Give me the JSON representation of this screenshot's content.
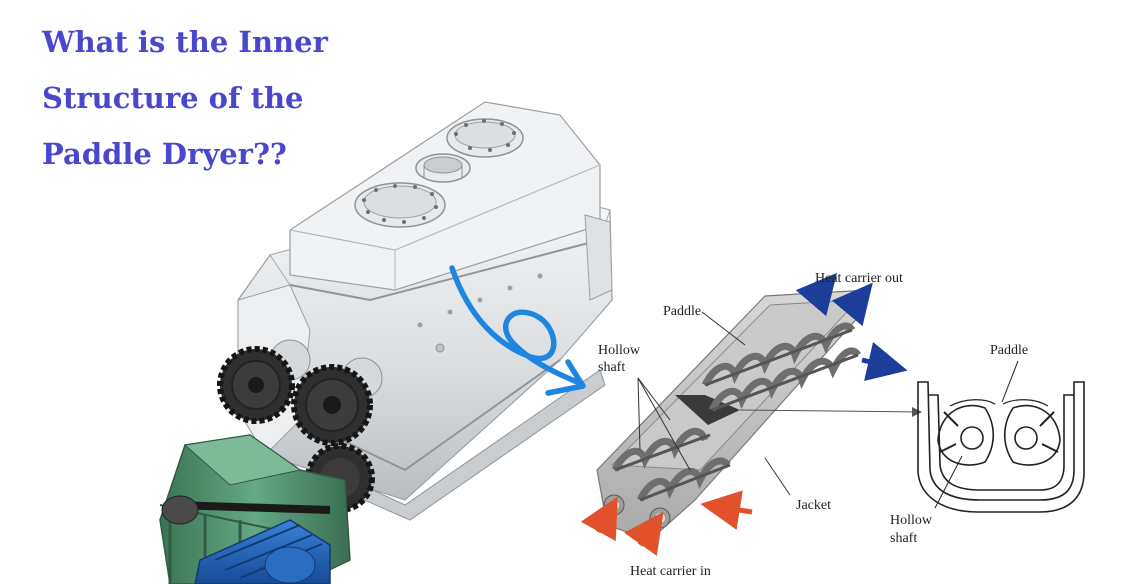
{
  "title": {
    "line1": "What is the Inner",
    "line2": "Structure of the",
    "line3": "Paddle Dryer??"
  },
  "diagram_labels": {
    "heat_carrier_out": "Heat carrier out",
    "paddle_left": "Paddle",
    "hollow_shaft_left_1": "Hollow",
    "hollow_shaft_left_2": "shaft",
    "paddle_right": "Paddle",
    "jacket": "Jacket",
    "hollow_shaft_right_1": "Hollow",
    "hollow_shaft_right_2": "shaft",
    "heat_carrier_in": "Heat carrier in"
  },
  "colors": {
    "title": "#4a47cf",
    "arrow_blue": "#1e86e0",
    "flow_out": "#1d3d9a",
    "flow_in": "#e0512c",
    "gear": "#2e2e2e",
    "gearbox": "#4f8f6c",
    "motor": "#1f5fb5"
  }
}
